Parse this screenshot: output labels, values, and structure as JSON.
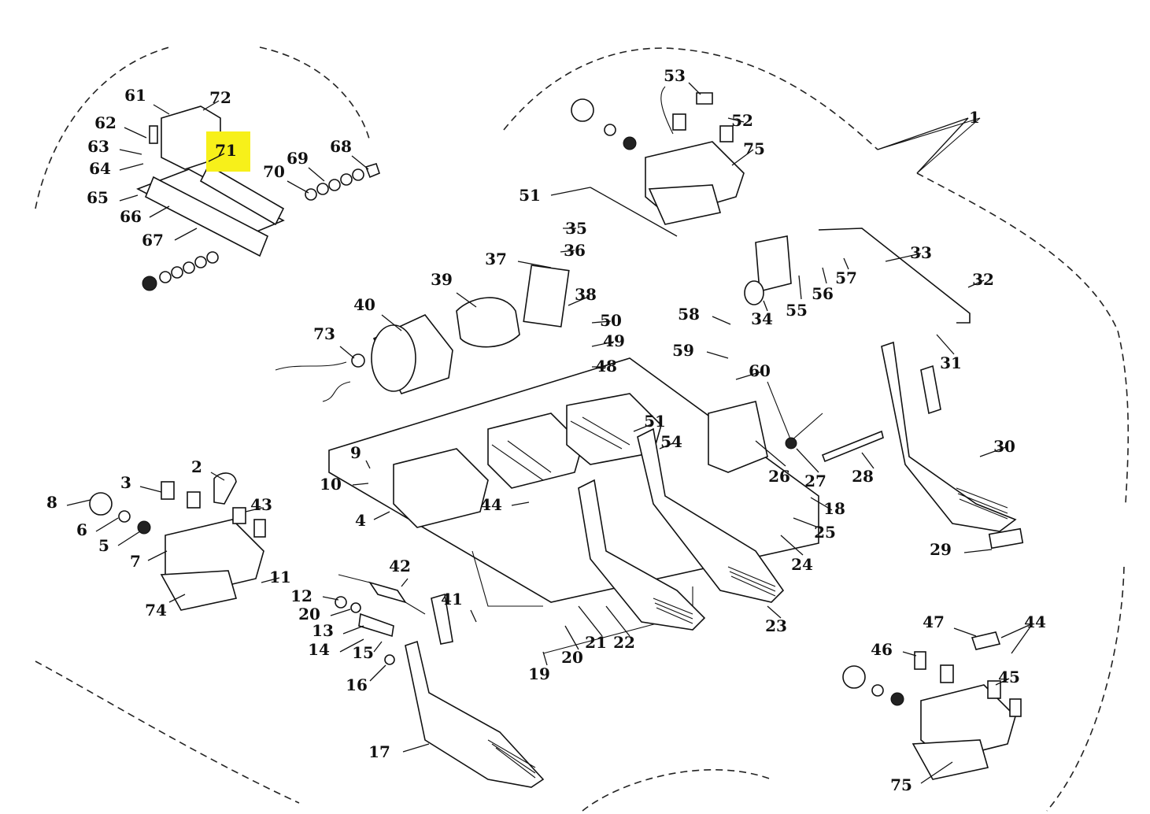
{
  "diagram": {
    "title": "Pedal assembly exploded parts diagram",
    "highlight_color": "#f7f01a",
    "highlighted_part": "71",
    "parts": [
      {
        "id": "1",
        "label": "1"
      },
      {
        "id": "2",
        "label": "2"
      },
      {
        "id": "3",
        "label": "3"
      },
      {
        "id": "4",
        "label": "4"
      },
      {
        "id": "5",
        "label": "5"
      },
      {
        "id": "6",
        "label": "6"
      },
      {
        "id": "7",
        "label": "7"
      },
      {
        "id": "8",
        "label": "8"
      },
      {
        "id": "9",
        "label": "9"
      },
      {
        "id": "10",
        "label": "10"
      },
      {
        "id": "11",
        "label": "11"
      },
      {
        "id": "12",
        "label": "12"
      },
      {
        "id": "13",
        "label": "13"
      },
      {
        "id": "14",
        "label": "14"
      },
      {
        "id": "15",
        "label": "15"
      },
      {
        "id": "16",
        "label": "16"
      },
      {
        "id": "17",
        "label": "17"
      },
      {
        "id": "18",
        "label": "18"
      },
      {
        "id": "19",
        "label": "19"
      },
      {
        "id": "20a",
        "label": "20"
      },
      {
        "id": "20b",
        "label": "20"
      },
      {
        "id": "21",
        "label": "21"
      },
      {
        "id": "22",
        "label": "22"
      },
      {
        "id": "23",
        "label": "23"
      },
      {
        "id": "24",
        "label": "24"
      },
      {
        "id": "25",
        "label": "25"
      },
      {
        "id": "26",
        "label": "26"
      },
      {
        "id": "27",
        "label": "27"
      },
      {
        "id": "28",
        "label": "28"
      },
      {
        "id": "29",
        "label": "29"
      },
      {
        "id": "30",
        "label": "30"
      },
      {
        "id": "31",
        "label": "31"
      },
      {
        "id": "32",
        "label": "32"
      },
      {
        "id": "33",
        "label": "33"
      },
      {
        "id": "34",
        "label": "34"
      },
      {
        "id": "35",
        "label": "35"
      },
      {
        "id": "36",
        "label": "36"
      },
      {
        "id": "37",
        "label": "37"
      },
      {
        "id": "38",
        "label": "38"
      },
      {
        "id": "39",
        "label": "39"
      },
      {
        "id": "40",
        "label": "40"
      },
      {
        "id": "41",
        "label": "41"
      },
      {
        "id": "42",
        "label": "42"
      },
      {
        "id": "43",
        "label": "43"
      },
      {
        "id": "44a",
        "label": "44"
      },
      {
        "id": "44b",
        "label": "44"
      },
      {
        "id": "45",
        "label": "45"
      },
      {
        "id": "46",
        "label": "46"
      },
      {
        "id": "47",
        "label": "47"
      },
      {
        "id": "48",
        "label": "48"
      },
      {
        "id": "49",
        "label": "49"
      },
      {
        "id": "50",
        "label": "50"
      },
      {
        "id": "51a",
        "label": "51"
      },
      {
        "id": "51b",
        "label": "51"
      },
      {
        "id": "52",
        "label": "52"
      },
      {
        "id": "53",
        "label": "53"
      },
      {
        "id": "54",
        "label": "54"
      },
      {
        "id": "55",
        "label": "55"
      },
      {
        "id": "56",
        "label": "56"
      },
      {
        "id": "57",
        "label": "57"
      },
      {
        "id": "58",
        "label": "58"
      },
      {
        "id": "59",
        "label": "59"
      },
      {
        "id": "60",
        "label": "60"
      },
      {
        "id": "61",
        "label": "61"
      },
      {
        "id": "62",
        "label": "62"
      },
      {
        "id": "63",
        "label": "63"
      },
      {
        "id": "64",
        "label": "64"
      },
      {
        "id": "65",
        "label": "65"
      },
      {
        "id": "66",
        "label": "66"
      },
      {
        "id": "67",
        "label": "67"
      },
      {
        "id": "68",
        "label": "68"
      },
      {
        "id": "69",
        "label": "69"
      },
      {
        "id": "70",
        "label": "70"
      },
      {
        "id": "71",
        "label": "71"
      },
      {
        "id": "72",
        "label": "72"
      },
      {
        "id": "73",
        "label": "73"
      },
      {
        "id": "74",
        "label": "74"
      },
      {
        "id": "75a",
        "label": "75"
      },
      {
        "id": "75b",
        "label": "75"
      }
    ]
  }
}
